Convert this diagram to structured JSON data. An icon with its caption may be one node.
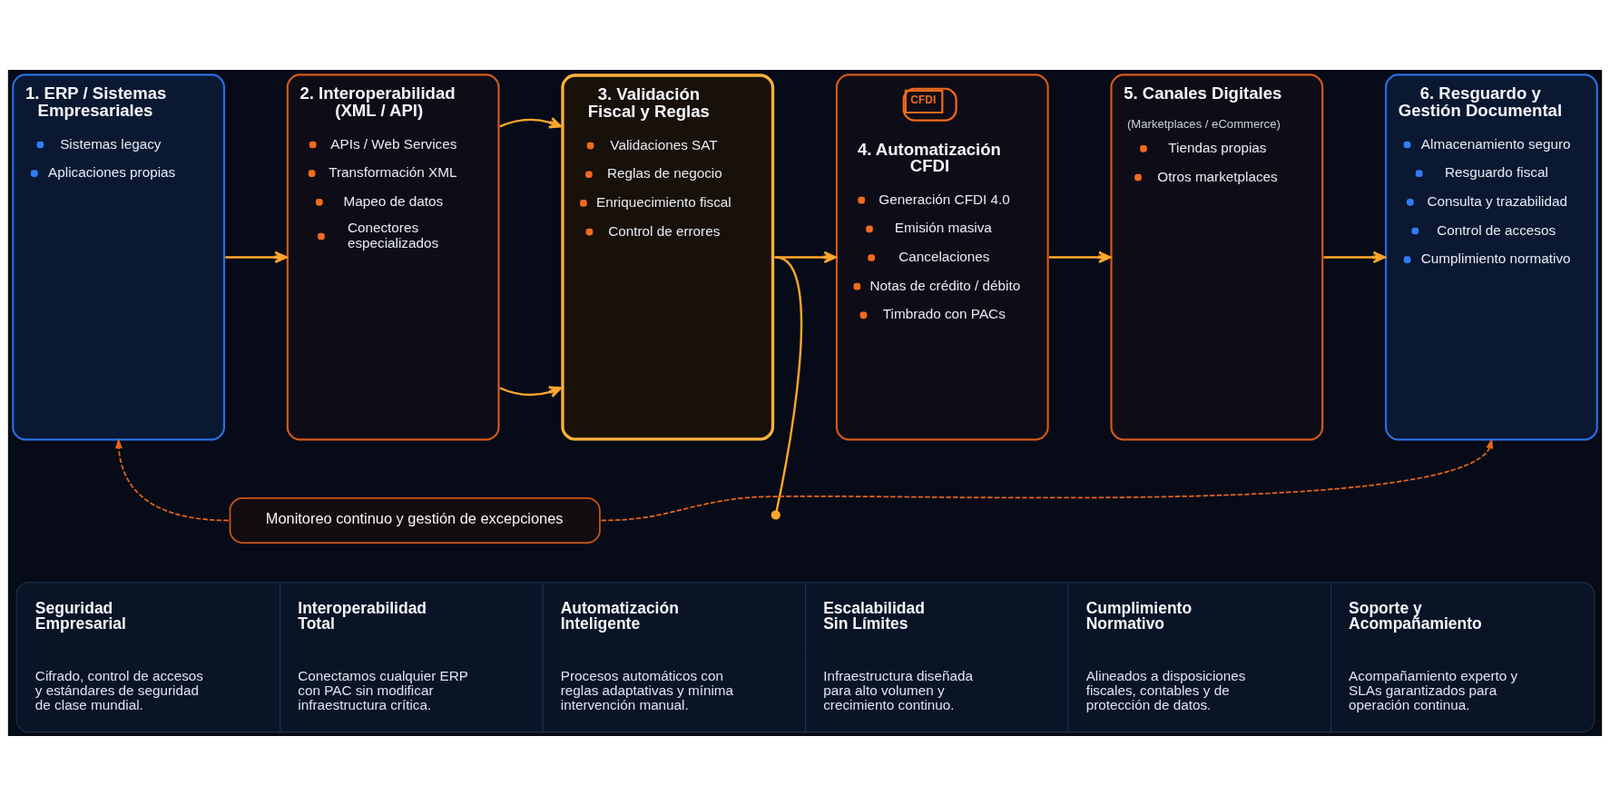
{
  "diagram": {
    "nodes": [
      {
        "text": [
          "1. ERP / Sistemas Empresariales",
          "Sistemas legacy",
          "Aplicaciones propias"
        ]
      },
      {
        "text": [
          "2. Interoperabilidad (XML / API)",
          "APIs / Web Services",
          "Transformación XML",
          "Mapeo de datos",
          "Conectores especializados"
        ]
      },
      {
        "text": [
          "3. Validación Fiscal y Reglas",
          "Validaciones SAT",
          "Reglas de negocio",
          "Enriquecimiento fiscal",
          "Control de errores"
        ]
      },
      {
        "text": [
          "CFDI",
          "4. Automatización CFDI",
          "Generación CFDI 4.0",
          "Emisión masiva",
          "Cancelaciones",
          "Notas de crédito / débito",
          "Timbrado con PACs"
        ]
      },
      {
        "text": [
          "5. Canales Digitales",
          "(Marketplaces / eCommerce)",
          "Tiendas propias",
          "Otros marketplaces"
        ]
      },
      {
        "text": [
          "6. Resguardo y Gestión Documental",
          "Almacenamiento seguro",
          "Resguardo fiscal",
          "Consulta y trazabilidad",
          "Control de accesos",
          "Cumplimiento normativo"
        ]
      },
      {
        "text": [
          "Monitoreo continuo y gestión de excepciones"
        ]
      },
      {
        "text": [
          "Seguridad Empresarial",
          "Cifrado, control de accesos y estándares de seguridad de clase mundial.",
          "Interoperabilidad Total",
          "Conectamos cualquier ERP con PAC sin modificar infraestructura crítica.",
          "Automatización Inteligente",
          "Procesos automáticos con reglas adaptativas y mínima intervención manual.",
          "Escalabilidad Sin Límites",
          "Infraestructura diseñada para alto volumen y crecimiento continuo.",
          "Cumplimiento Normativo",
          "Alineados a disposiciones fiscales, contables y de protección de datos.",
          "Soporte y Acompañamiento",
          "Acompañamiento experto y SLAs garantizados para operación continua."
        ]
      }
    ],
    "edges": [
      {
        "from": 0,
        "to": 1,
        "arrow": "to"
      },
      {
        "from": 1,
        "to": 2,
        "arrow": "to"
      },
      {
        "from": 1,
        "to": 2,
        "arrow": "to"
      },
      {
        "from": 2,
        "to": 3,
        "arrow": "to"
      },
      {
        "from": 2,
        "to": null,
        "arrow": "other"
      },
      {
        "from": 3,
        "to": 4,
        "arrow": "to"
      },
      {
        "from": 4,
        "to": 5,
        "arrow": "to"
      },
      {
        "from": 6,
        "to": 0,
        "arrow": "to",
        "style": "dashed",
        "color": "#e8641c"
      },
      {
        "from": 6,
        "to": 5,
        "arrow": "to",
        "style": "dashed",
        "color": "#e8641c"
      }
    ]
  }
}
